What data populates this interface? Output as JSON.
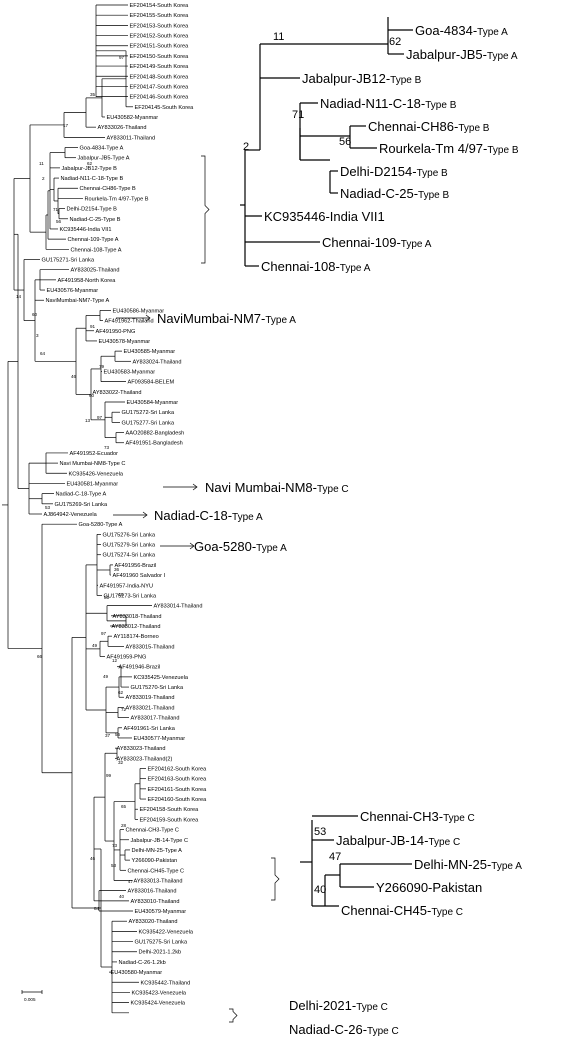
{
  "main_tree": {
    "taxa": [
      "EF204154-South Korea",
      "EF204155-South Korea",
      "EF204153-South Korea",
      "EF204152-South Korea",
      "EF204151-South Korea",
      "EF204150-South Korea",
      "EF204149-South Korea",
      "EF204148-South Korea",
      "EF204147-South Korea",
      "EF204146-South Korea",
      "EF204145-South Korea",
      "EU430582-Myanmar",
      "AY833026-Thailand",
      "AY833011-Thailand",
      "Goa-4834-Type A",
      "Jabalpur-JB5-Type A",
      "Jabalpur-JB12-Type B",
      "Nadiad-N11-C-18-Type B",
      "Chennai-CH86-Type B",
      "Rourkela-Tm 4/97-Type B",
      "Delhi-D2154-Type B",
      "Nadiad-C-25-Type B",
      "KC935446-India VII1",
      "Chennai-109-Type A",
      "Chennai-108-Type A",
      "GU175271-Sri Lanka",
      "AY833025-Thailand",
      "AF491958-North Korea",
      "EU430576-Myanmar",
      "NaviMumbai-NM7-Type A",
      "EU430586-Myanmar",
      "AF491962-Thailand",
      "AF491950-PNG",
      "EU430578-Myanmar",
      "EU430585-Myanmar",
      "AY833024-Thailand",
      "EU430583-Myanmar",
      "AF093584-BELEM",
      "AY833022-Thailand",
      "EU430584-Myanmar",
      "GU175272-Sri Lanka",
      "GU175277-Sri Lanka",
      "AAO20882-Bangladesh",
      "AF491951-Bangladesh",
      "AF491952-Ecuador",
      "Navi Mumbai-NM8-Type C",
      "KC935426-Venezuela",
      "EU430581-Myanmar",
      "Nadiad-C-18-Type A",
      "GU175269-Sri Lanka",
      "AJ864942-Venezuela",
      "Goa-5280-Type A",
      "GU175276-Sri Lanka",
      "GU175279-Sri Lanka",
      "GU175274-Sri Lanka",
      "AF491956-Brazil",
      "AF491960 Salvador I",
      "AF491957-India-NYU",
      "GU175273-Sri Lanka",
      "AY833014-Thailand",
      "AY833018-Thailand",
      "AY833012-Thailand",
      "AY118174-Borneo",
      "AY833015-Thailand",
      "AF491959-PNG",
      "AF491946-Brazil",
      "KC935425-Venezuela",
      "GU175270-Sri Lanka",
      "AY833019-Thailand",
      "AY833021-Thailand",
      "AY833017-Thailand",
      "AF491961-Sri Lanka",
      "EU430577-Myanmar",
      "AY833023-Thailand",
      "AY833023-Thailand(2)",
      "EF204162-South Korea",
      "EF204163-South Korea",
      "EF204161-South Korea",
      "EF204160-South Korea",
      "EF204158-South Korea",
      "EF204159-South Korea",
      "Chennai-CH3-Type C",
      "Jabalpur-JB-14-Type C",
      "Delhi-MN-25-Type A",
      "Y266090-Pakistan",
      "Chennai-CH45-Type C",
      "AY833013-Thailand",
      "AY833016-Thailand",
      "AY833010-Thailand",
      "EU430579-Myanmar",
      "AY833020-Thailand",
      "KC935422-Venezuela",
      "GU175275-Sri Lanka",
      "Delhi-2021-1.2kb",
      "Nadiad-C-26-1.2kb",
      "EU430580-Myanmar",
      "KC935442-Thailand",
      "KC935423-Venezuela",
      "KC935424-Venezuela"
    ],
    "bootstrap": [
      "97",
      "35",
      "17",
      "11",
      "62",
      "71",
      "56",
      "2",
      "14",
      "60",
      "3",
      "91",
      "46",
      "64",
      "79",
      "60",
      "13",
      "97",
      "73",
      "53",
      "36",
      "46",
      "85",
      "97",
      "49",
      "49",
      "12",
      "62",
      "72",
      "37",
      "56",
      "32",
      "99",
      "65",
      "28",
      "53",
      "47",
      "73",
      "46",
      "40",
      "84",
      "66"
    ],
    "scale_label": "0.005"
  },
  "callouts": {
    "nm7": {
      "name": "NaviMumbai-NM7-",
      "type": "Type A"
    },
    "nm8": {
      "name": "Navi Mumbai-NM8-",
      "type": "Type C"
    },
    "c18": {
      "name": "Nadiad-C-18-",
      "type": "Type A"
    },
    "goa5280": {
      "name": "Goa-5280-",
      "type": "Type A"
    },
    "delhi2021": {
      "name": "Delhi-2021-",
      "type": "Type C"
    },
    "nadiadc26": {
      "name": "Nadiad-C-26-",
      "type": "Type C"
    }
  },
  "inset_top": {
    "bootstrap": [
      "11",
      "62",
      "71",
      "56",
      "2"
    ],
    "leaves": [
      {
        "name": "Goa-4834-",
        "type": "Type A"
      },
      {
        "name": "Jabalpur-JB5-",
        "type": "Type A"
      },
      {
        "name": "Jabalpur-JB12-",
        "type": "Type B"
      },
      {
        "name": "Nadiad-N11-C-18-",
        "type": "Type B"
      },
      {
        "name": "Chennai-CH86-",
        "type": "Type B"
      },
      {
        "name": "Rourkela-Tm 4/97-",
        "type": "Type B"
      },
      {
        "name": "Delhi-D2154-",
        "type": "Type B"
      },
      {
        "name": "Nadiad-C-25-",
        "type": "Type B"
      },
      {
        "name": "KC935446-India VII1",
        "type": ""
      },
      {
        "name": "Chennai-109-",
        "type": "Type A"
      },
      {
        "name": "Chennai-108-",
        "type": "Type A"
      }
    ]
  },
  "inset_bottom": {
    "bootstrap": [
      "53",
      "47",
      "40"
    ],
    "leaves": [
      {
        "name": "Chennai-CH3-",
        "type": "Type C"
      },
      {
        "name": "Jabalpur-JB-14-",
        "type": "Type C"
      },
      {
        "name": "Delhi-MN-25-",
        "type": "Type A"
      },
      {
        "name": "Y266090-Pakistan",
        "type": ""
      },
      {
        "name": "Chennai-CH45-",
        "type": "Type C"
      }
    ]
  }
}
